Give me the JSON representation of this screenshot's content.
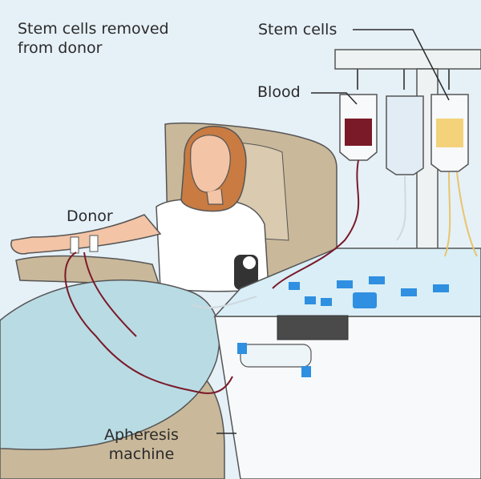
{
  "title": {
    "line1": "Stem cells removed",
    "line2": "from donor"
  },
  "labels": {
    "stem_cells": "Stem cells",
    "blood": "Blood",
    "donor": "Donor",
    "apheresis_line1": "Apheresis",
    "apheresis_line2": "machine"
  },
  "colors": {
    "background": "#e6f0f7",
    "blood": "#7a1a28",
    "stem_cells": "#f3d27a",
    "machine_blue": "#2f8fe0",
    "chair": "#c9b89a",
    "blanket": "#b9dbe4",
    "hair": "#c97b42",
    "skin": "#f3c4a6"
  }
}
